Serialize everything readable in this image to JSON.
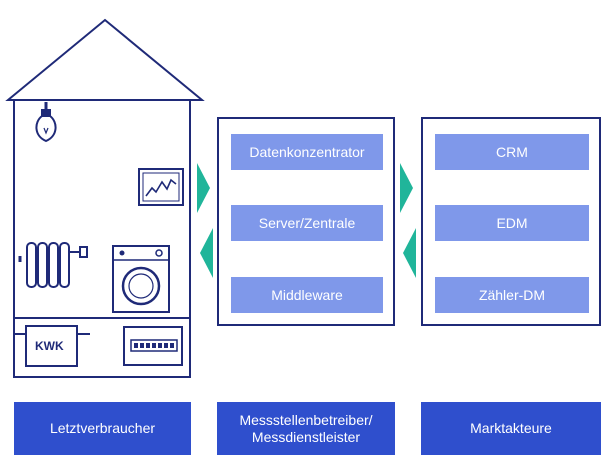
{
  "colors": {
    "outline": "#1f2a78",
    "service_box": "#7f98ea",
    "label_box": "#2f4fcd",
    "arrow": "#20b59a"
  },
  "house": {
    "icons": [
      "light-bulb-icon",
      "monitor-chart-icon",
      "radiator-icon",
      "washing-machine-icon",
      "chp-unit-icon",
      "meter-icon"
    ],
    "kwk_label": "KWK"
  },
  "middle_panel": {
    "items": [
      "Datenkonzentrator",
      "Server/Zentrale",
      "Middleware"
    ]
  },
  "right_panel": {
    "items": [
      "CRM",
      "EDM",
      "Zähler-DM"
    ]
  },
  "labels": {
    "left": "Letztverbraucher",
    "middle": "Messstellenbetreiber/ Messdienstleister",
    "right": "Marktakteure"
  }
}
